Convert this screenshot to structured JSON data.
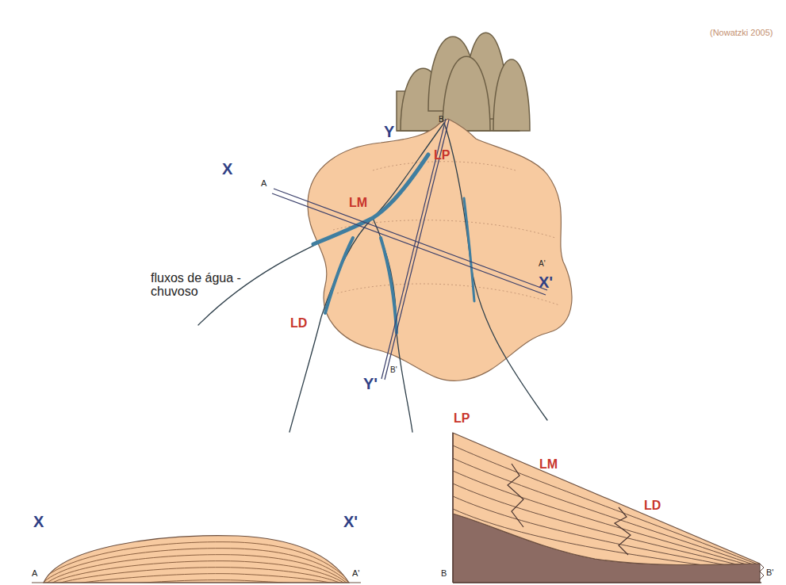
{
  "diagram": {
    "labels": [
      "(Nowatzki 2005)",
      "Y",
      "B",
      "LP",
      "X",
      "A",
      "LM",
      "A'",
      "X'",
      "fluxos de água - chuvoso",
      "LD",
      "B'",
      "Y'",
      "X",
      "X'",
      "A",
      "A'",
      "LP",
      "LM",
      "LD",
      "B",
      "B'"
    ]
  }
}
